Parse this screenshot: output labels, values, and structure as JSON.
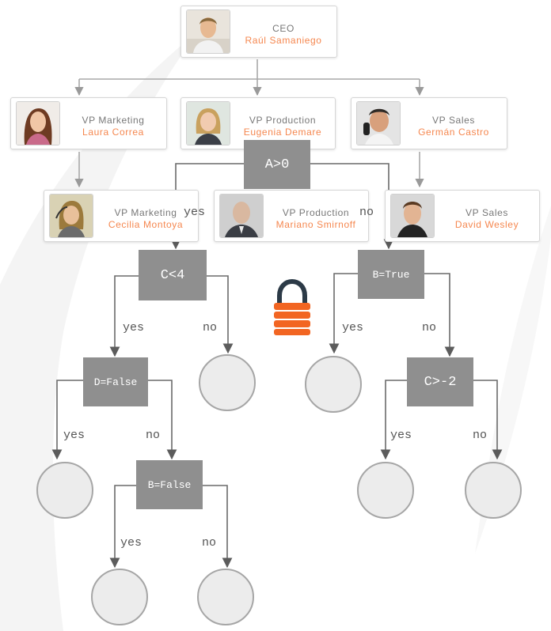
{
  "org_chart": {
    "ceo": {
      "title": "CEO",
      "name": "Raúl Samaniego"
    },
    "level1": [
      {
        "title": "VP Marketing",
        "name": "Laura Correa"
      },
      {
        "title": "VP Production",
        "name": "Eugenia Demare"
      },
      {
        "title": "VP Sales",
        "name": "Germán Castro"
      }
    ],
    "level2": [
      {
        "title": "VP Marketing",
        "name": "Cecilia Montoya"
      },
      {
        "title": "VP Production",
        "name": "Mariano Smirnoff"
      },
      {
        "title": "VP Sales",
        "name": "David Wesley"
      }
    ]
  },
  "decision_tree": {
    "nodes": {
      "root": "A>0",
      "c_lt_4": "C<4",
      "b_true": "B=True",
      "d_false": "D=False",
      "c_gt_m2": "C>-2",
      "b_false": "B=False"
    },
    "edge_labels": {
      "root_yes": "yes",
      "root_no": "no",
      "c_lt_4_yes": "yes",
      "c_lt_4_no": "no",
      "b_true_yes": "yes",
      "b_true_no": "no",
      "d_false_yes": "yes",
      "d_false_no": "no",
      "c_gt_m2_yes": "yes",
      "c_gt_m2_no": "no",
      "b_false_yes": "yes",
      "b_false_no": "no"
    }
  },
  "colors": {
    "name_accent": "#f5874f",
    "lock_body": "#f26522",
    "lock_shackle": "#2c3a47",
    "decision_node": "#8f8f8f",
    "leaf_fill": "#ececec"
  },
  "icons": {
    "center": "lock-icon"
  }
}
